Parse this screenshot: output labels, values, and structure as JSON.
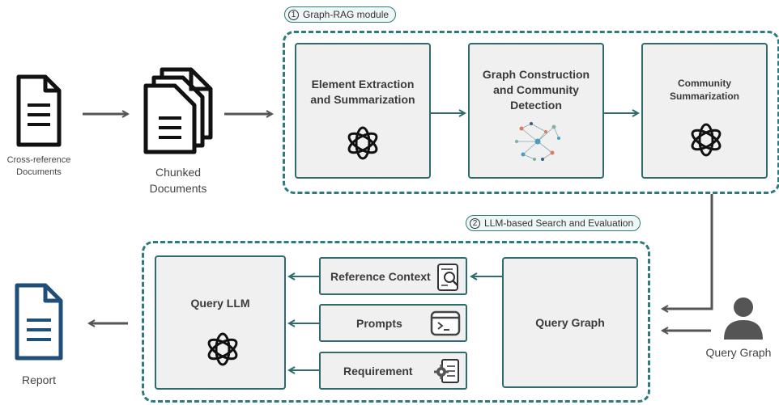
{
  "module1": {
    "number": "1",
    "label": "Graph-RAG module"
  },
  "module2": {
    "number": "2",
    "label": "LLM-based Search and Evaluation"
  },
  "inputs": {
    "cross_reference": "Cross-reference\nDocuments",
    "chunked": "Chunked\nDocuments"
  },
  "steps": {
    "extraction": "Element Extraction\nand Summarization",
    "graph": "Graph Construction\nand Community\nDetection",
    "community": "Community\nSummarization"
  },
  "search": {
    "query_llm": "Query LLM",
    "reference_context": "Reference Context",
    "prompts": "Prompts",
    "requirement": "Requirement",
    "query_graph": "Query Graph"
  },
  "outputs": {
    "report": "Report",
    "user_label": "Query Graph"
  },
  "colors": {
    "accent": "#2f7a7a",
    "arrow": "#555555",
    "doc_blue": "#1f4e79"
  },
  "icons": [
    "document-icon",
    "documents-stack-icon",
    "openai-logo-icon",
    "network-graph-icon",
    "magnifier-document-icon",
    "terminal-window-icon",
    "gear-document-icon",
    "user-icon"
  ]
}
